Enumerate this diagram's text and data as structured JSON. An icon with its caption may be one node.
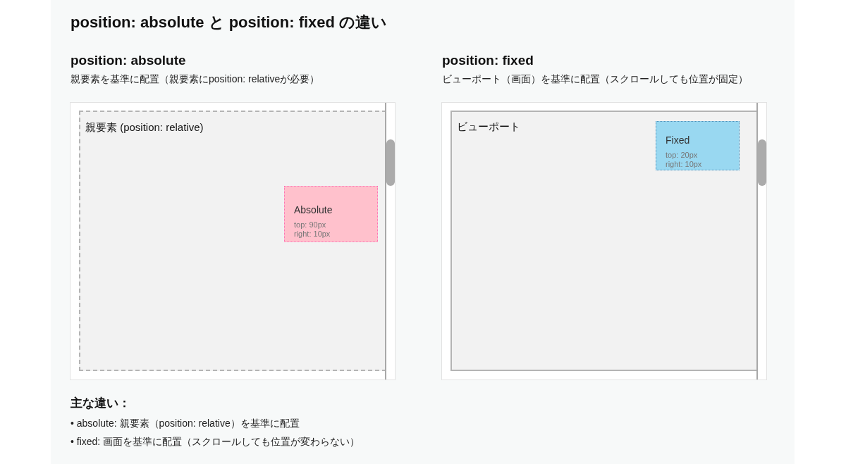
{
  "diagram": {
    "title": "position: absolute と position: fixed の違い",
    "nodes": [
      {
        "text": [],
        "shape": "box"
      },
      {
        "text": [
          "親要素 (position: relative)"
        ],
        "in": 0
      },
      {
        "text": [
          "Absolute",
          "top: 90px",
          "right: 10px"
        ],
        "in": 1
      },
      {
        "text": [],
        "shape": "box"
      },
      {
        "text": [
          "ビューポート"
        ],
        "in": 3
      },
      {
        "text": [
          "Fixed",
          "top: 20px",
          "right: 10px"
        ],
        "in": 4
      }
    ],
    "labels": [
      "position: absolute",
      "親要素を基準に配置（親要素にposition: relativeが必要）",
      "position: fixed",
      "ビューポート（画面）を基準に配置（スクロールしても位置が固定）",
      "主な違い：",
      "• absolute: 親要素（position: relative）を基準に配置",
      "• fixed: 画面を基準に配置（スクロールしても位置が変わらない）"
    ]
  }
}
